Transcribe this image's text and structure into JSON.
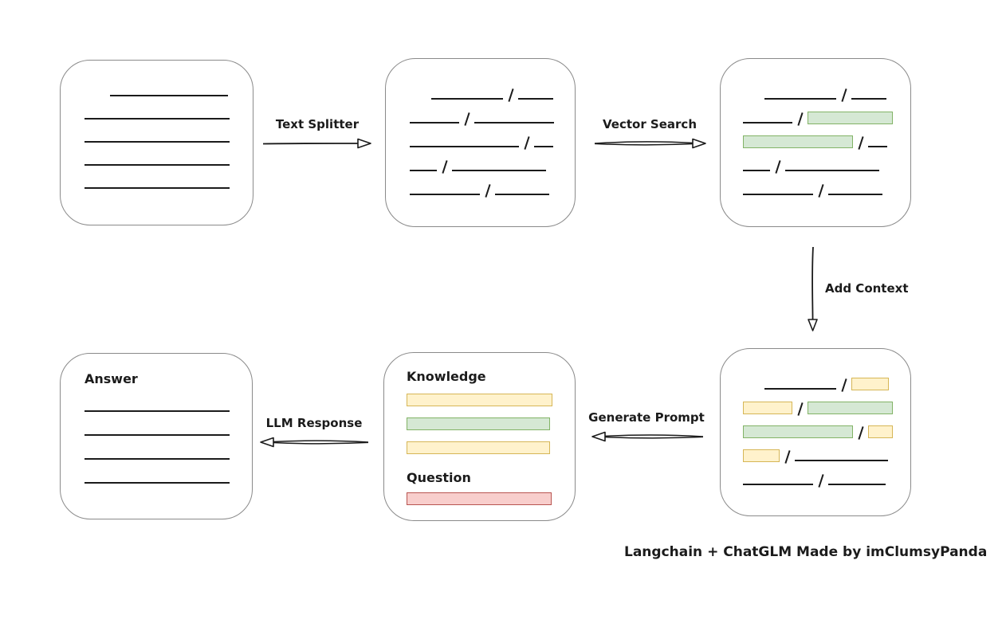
{
  "caption": "Langchain + ChatGLM Made by imClumsyPanda",
  "colors": {
    "green_fill": "#d5e8d4",
    "green_border": "#82b366",
    "yellow_fill": "#fff2cc",
    "yellow_border": "#d6b656",
    "red_fill": "#f8cecc",
    "red_border": "#b85450",
    "box_border": "#8a8a8a",
    "ink": "#1b1b1b"
  },
  "arrows": {
    "text_splitter": {
      "label": "Text Splitter",
      "direction": "right"
    },
    "vector_search": {
      "label": "Vector Search",
      "direction": "right"
    },
    "add_context": {
      "label": "Add Context",
      "direction": "down"
    },
    "generate_prompt": {
      "label": "Generate Prompt",
      "direction": "left"
    },
    "llm_response": {
      "label": "LLM Response",
      "direction": "left"
    }
  },
  "boxes": {
    "document": {
      "rows": [
        {
          "indent": 32,
          "segs": [
            {
              "k": "line",
              "w": 148
            }
          ]
        },
        {
          "segs": [
            {
              "k": "line",
              "w": 182
            }
          ]
        },
        {
          "segs": [
            {
              "k": "line",
              "w": 182
            }
          ]
        },
        {
          "segs": [
            {
              "k": "line",
              "w": 182
            }
          ]
        },
        {
          "segs": [
            {
              "k": "line",
              "w": 182
            }
          ]
        }
      ]
    },
    "split_chunks": {
      "rows": [
        {
          "indent": 27,
          "segs": [
            {
              "k": "line",
              "w": 90
            },
            {
              "k": "line",
              "w": 44
            }
          ]
        },
        {
          "segs": [
            {
              "k": "line",
              "w": 62
            },
            {
              "k": "line",
              "w": 100
            }
          ]
        },
        {
          "segs": [
            {
              "k": "line",
              "w": 137
            },
            {
              "k": "line",
              "w": 24
            }
          ]
        },
        {
          "segs": [
            {
              "k": "line",
              "w": 34
            },
            {
              "k": "line",
              "w": 118
            }
          ]
        },
        {
          "segs": [
            {
              "k": "line",
              "w": 88
            },
            {
              "k": "line",
              "w": 68
            }
          ]
        }
      ]
    },
    "search_results": {
      "rows": [
        {
          "indent": 27,
          "segs": [
            {
              "k": "line",
              "w": 90
            },
            {
              "k": "line",
              "w": 44
            }
          ]
        },
        {
          "segs": [
            {
              "k": "line",
              "w": 62
            },
            {
              "k": "green",
              "w": 107
            }
          ]
        },
        {
          "segs": [
            {
              "k": "green",
              "w": 138
            },
            {
              "k": "line",
              "w": 24
            }
          ]
        },
        {
          "segs": [
            {
              "k": "line",
              "w": 34
            },
            {
              "k": "line",
              "w": 118
            }
          ]
        },
        {
          "segs": [
            {
              "k": "line",
              "w": 88
            },
            {
              "k": "line",
              "w": 68
            }
          ]
        }
      ]
    },
    "context_chunks": {
      "rows": [
        {
          "indent": 27,
          "segs": [
            {
              "k": "line",
              "w": 90
            },
            {
              "k": "yellow",
              "w": 47
            }
          ]
        },
        {
          "segs": [
            {
              "k": "yellow",
              "w": 62
            },
            {
              "k": "green",
              "w": 107
            }
          ]
        },
        {
          "segs": [
            {
              "k": "green",
              "w": 138
            },
            {
              "k": "yellow",
              "w": 31
            }
          ]
        },
        {
          "segs": [
            {
              "k": "yellow",
              "w": 46
            },
            {
              "k": "line",
              "w": 117
            }
          ]
        },
        {
          "segs": [
            {
              "k": "line",
              "w": 88
            },
            {
              "k": "line",
              "w": 72
            }
          ]
        }
      ]
    },
    "prompt": {
      "knowledge_label": "Knowledge",
      "question_label": "Question",
      "knowledge_rows": [
        {
          "segs": [
            {
              "k": "yellow",
              "w": 183
            }
          ]
        },
        {
          "segs": [
            {
              "k": "green",
              "w": 180
            }
          ]
        },
        {
          "segs": [
            {
              "k": "yellow",
              "w": 180
            }
          ]
        }
      ],
      "question_rows": [
        {
          "segs": [
            {
              "k": "red",
              "w": 182
            }
          ]
        }
      ]
    },
    "answer": {
      "title": "Answer",
      "rows": [
        {
          "segs": [
            {
              "k": "line",
              "w": 182
            }
          ]
        },
        {
          "segs": [
            {
              "k": "line",
              "w": 182
            }
          ]
        },
        {
          "segs": [
            {
              "k": "line",
              "w": 182
            }
          ]
        },
        {
          "segs": [
            {
              "k": "line",
              "w": 182
            }
          ]
        }
      ]
    }
  }
}
